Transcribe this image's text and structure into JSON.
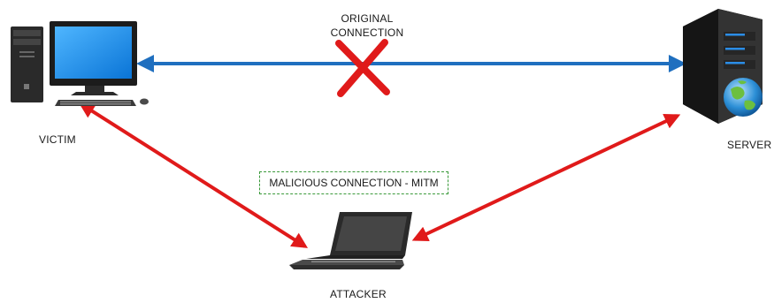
{
  "labels": {
    "original_connection_line1": "ORIGINAL",
    "original_connection_line2": "CONNECTION",
    "victim": "VICTIM",
    "server": "SERVER",
    "attacker": "ATTACKER",
    "malicious_connection": "MALICIOUS CONNECTION - MITM"
  },
  "colors": {
    "original_connection_arrow": "#1f6fbf",
    "malicious_arrow": "#e01a1a",
    "cross_mark": "#e01a1a",
    "mitm_box_border": "#3a9a3a"
  },
  "icons": {
    "victim": "desktop-computer-icon",
    "server": "server-tower-with-globe-icon",
    "attacker": "laptop-icon",
    "broken_connection": "red-x-icon"
  }
}
